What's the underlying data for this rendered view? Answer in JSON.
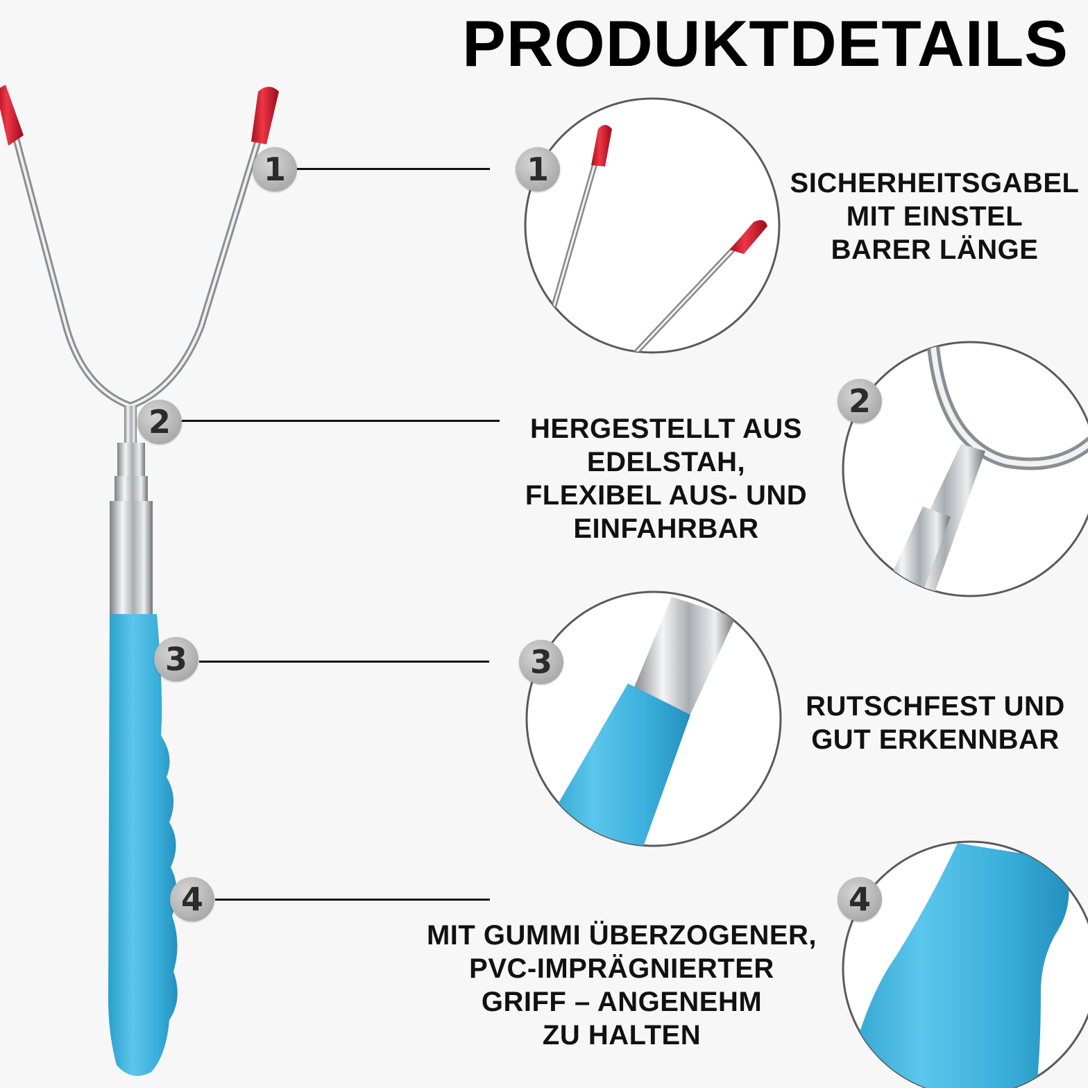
{
  "title": "PRODUKTDETAILS",
  "features": [
    {
      "number": "1",
      "lines": [
        "SICHERHEITSGABEL",
        "MIT EINSTEL",
        "BARER LÄNGE"
      ]
    },
    {
      "number": "2",
      "lines": [
        "HERGESTELLT AUS",
        "EDELSTAH,",
        "FLEXIBEL AUS- UND",
        "EINFAHRBAR"
      ]
    },
    {
      "number": "3",
      "lines": [
        "RUTSCHFEST UND",
        "GUT ERKENNBAR"
      ]
    },
    {
      "number": "4",
      "lines": [
        "MIT GUMMI ÜBERZOGENER,",
        "PVC-IMPRÄGNIERTER",
        "GRIFF – ANGENEHM",
        "ZU HALTEN"
      ]
    }
  ],
  "colors": {
    "handle_blue": "#3fb2dc",
    "tip_red": "#d0142a",
    "steel": "#c9ccd0",
    "badge_gray": "#a8a8a8"
  }
}
